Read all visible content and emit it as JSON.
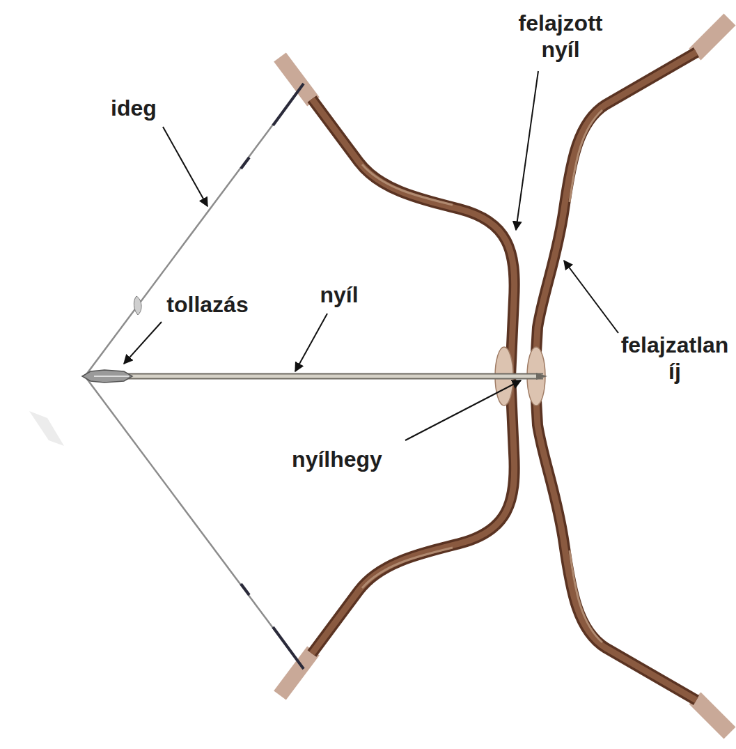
{
  "diagram": {
    "labels": [
      "felajzott nyíl",
      "ideg",
      "tollazás",
      "nyíl",
      "felajzatlan íj",
      "nyílhegy"
    ]
  }
}
